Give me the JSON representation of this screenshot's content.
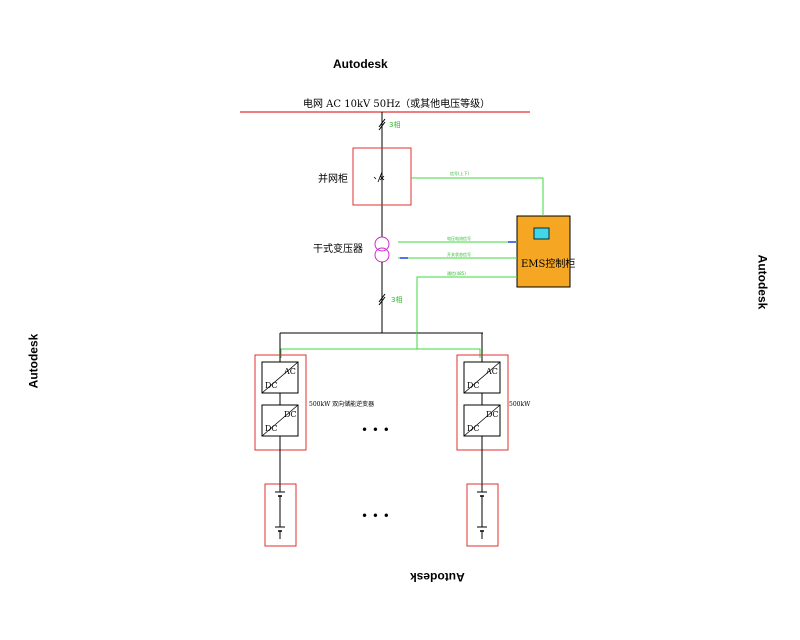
{
  "watermarks": [
    "Autodesk",
    "Autodesk",
    "Autodesk",
    "Autodesk"
  ],
  "grid": {
    "label": "电网 AC 10kV 50Hz（或其他电压等级）",
    "phase_top": "3相"
  },
  "cabinet": {
    "label": "并网柜",
    "signal": "信号(上下)"
  },
  "transformer": {
    "label": "干式变压器",
    "sig1": "电压电流信号",
    "sig2": "开关状态信号"
  },
  "ems": {
    "label": "EMS控制柜",
    "sig3": "通信(485)"
  },
  "bus": {
    "phase_bottom": "3相"
  },
  "pcs": {
    "left_label": "500kW 双向储能逆变器",
    "right_label": "500kW",
    "ac": "AC",
    "dc": "DC"
  },
  "ellipsis": "• • •"
}
